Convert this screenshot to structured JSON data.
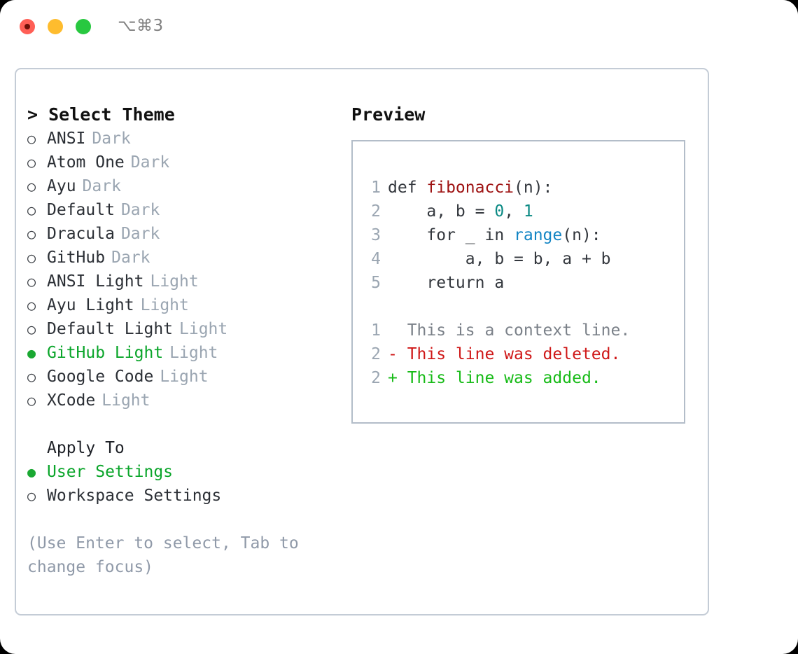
{
  "titlebar": {
    "shortcut": "⌥⌘3",
    "buttons": [
      {
        "name": "close",
        "color": "#ff5f56"
      },
      {
        "name": "minimize",
        "color": "#febc2e"
      },
      {
        "name": "zoom",
        "color": "#28c840"
      }
    ]
  },
  "theme_picker": {
    "caret": ">",
    "title": "Select Theme",
    "bullet_off": "○",
    "bullet_on": "●",
    "items": [
      {
        "label": "ANSI",
        "suffix": "Dark",
        "selected": false
      },
      {
        "label": "Atom One",
        "suffix": "Dark",
        "selected": false
      },
      {
        "label": "Ayu",
        "suffix": "Dark",
        "selected": false
      },
      {
        "label": "Default",
        "suffix": "Dark",
        "selected": false
      },
      {
        "label": "Dracula",
        "suffix": "Dark",
        "selected": false
      },
      {
        "label": "GitHub",
        "suffix": "Dark",
        "selected": false
      },
      {
        "label": "ANSI Light",
        "suffix": "Light",
        "selected": false
      },
      {
        "label": "Ayu Light",
        "suffix": "Light",
        "selected": false
      },
      {
        "label": "Default Light",
        "suffix": "Light",
        "selected": false
      },
      {
        "label": "GitHub Light",
        "suffix": "Light",
        "selected": true
      },
      {
        "label": "Google Code",
        "suffix": "Light",
        "selected": false
      },
      {
        "label": "XCode",
        "suffix": "Light",
        "selected": false
      }
    ]
  },
  "apply_to": {
    "title": "Apply To",
    "items": [
      {
        "label": "User Settings",
        "selected": true
      },
      {
        "label": "Workspace Settings",
        "selected": false
      }
    ]
  },
  "hint": "(Use Enter to select, Tab to change focus)",
  "preview": {
    "title": "Preview",
    "code_lines": [
      {
        "lineno": "1",
        "tokens": [
          {
            "text": "def ",
            "kind": "plain"
          },
          {
            "text": "fibonacci",
            "kind": "fn"
          },
          {
            "text": "(n):",
            "kind": "plain"
          }
        ]
      },
      {
        "lineno": "2",
        "tokens": [
          {
            "text": "    a, b = ",
            "kind": "plain"
          },
          {
            "text": "0",
            "kind": "num"
          },
          {
            "text": ", ",
            "kind": "plain"
          },
          {
            "text": "1",
            "kind": "num"
          }
        ]
      },
      {
        "lineno": "3",
        "tokens": [
          {
            "text": "    for _ in ",
            "kind": "plain"
          },
          {
            "text": "range",
            "kind": "call"
          },
          {
            "text": "(n):",
            "kind": "plain"
          }
        ]
      },
      {
        "lineno": "4",
        "tokens": [
          {
            "text": "        a, b = b, a + b",
            "kind": "plain"
          }
        ]
      },
      {
        "lineno": "5",
        "tokens": [
          {
            "text": "    return a",
            "kind": "plain"
          }
        ]
      }
    ],
    "diff_lines": [
      {
        "lineno": "1",
        "marker": "  ",
        "text": "This is a context line.",
        "kind": "ctx"
      },
      {
        "lineno": "2",
        "marker": "- ",
        "text": "This line was deleted.",
        "kind": "del"
      },
      {
        "lineno": "2",
        "marker": "+ ",
        "text": "This line was added.",
        "kind": "add"
      }
    ]
  },
  "colors": {
    "selected_green": "#0aa52a",
    "muted": "#9aa5b1",
    "syntax_function": "#9e1212",
    "syntax_number": "#0b8a84",
    "syntax_call": "#1385c4",
    "diff_deleted": "#cf1717",
    "diff_added": "#17bb17"
  }
}
